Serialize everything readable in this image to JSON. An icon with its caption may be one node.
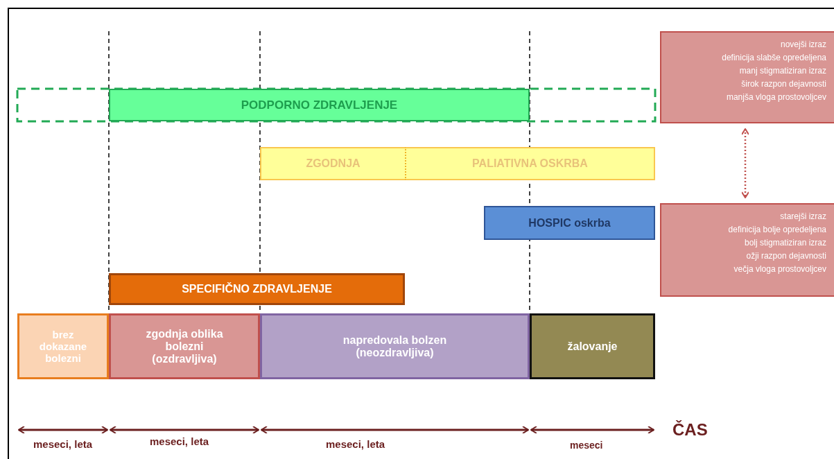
{
  "diagram": {
    "nodes": [
      {
        "text": [
          "PODPORNO ZDRAVLJENJE"
        ]
      },
      {
        "text": [
          "ZGODNJA"
        ]
      },
      {
        "text": [
          "PALIATIVNA OSKRBA"
        ]
      },
      {
        "text": [
          "HOSPIC oskrba"
        ]
      },
      {
        "text": [
          "SPECIFIČNO ZDRAVLJENJE"
        ]
      },
      {
        "text": [
          "brez dokazane bolezni"
        ]
      },
      {
        "text": [
          "zgodnja oblika bolezni (ozdravljiva)"
        ]
      },
      {
        "text": [
          "napredovala bolzen (neozdravljiva)"
        ]
      },
      {
        "text": [
          "žalovanje"
        ]
      },
      {
        "text": [
          "novejši izraz",
          "definicija slabše opredeljena",
          "manj stigmatiziran izraz",
          "širok razpon dejavnosti",
          "manjša vloga prostovoljcev"
        ]
      },
      {
        "text": [
          "starejši izraz",
          "definicija bolje opredeljena",
          "bolj stigmatiziran izraz",
          "ožji razpon dejavnosti",
          "večja vloga prostovoljcev"
        ]
      }
    ],
    "edges": [
      {
        "from": 9,
        "to": 10,
        "arrow": "both",
        "style": "dashed"
      }
    ],
    "labels": [
      "meseci, leta",
      "meseci, leta",
      "meseci, leta",
      "meseci",
      "ČAS"
    ]
  }
}
